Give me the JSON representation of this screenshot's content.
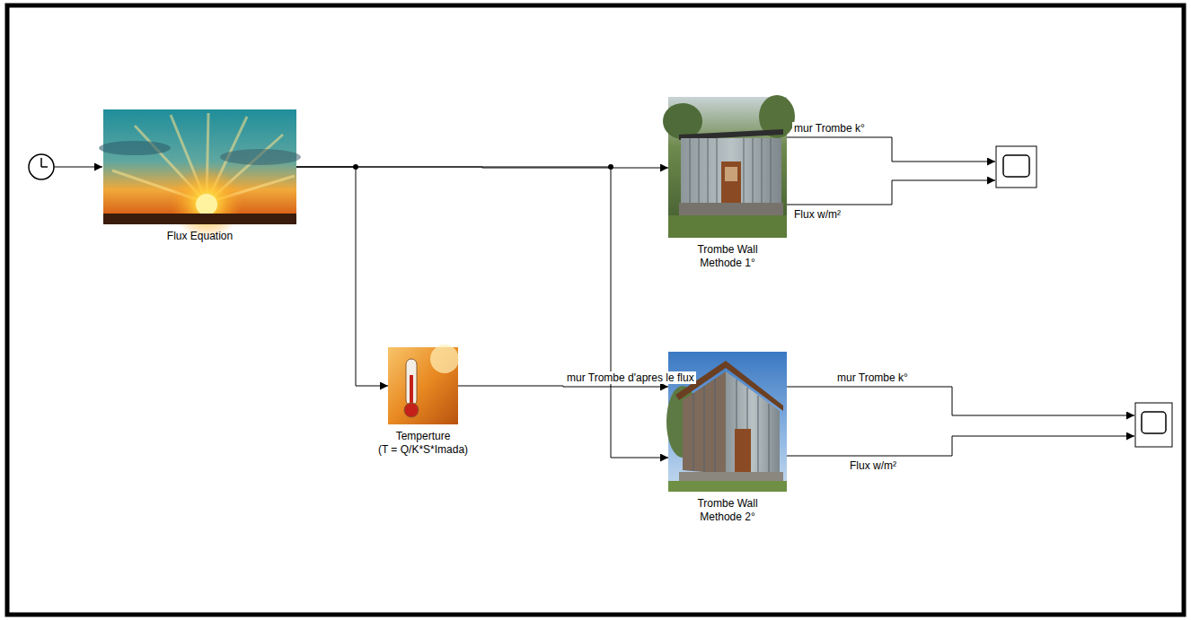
{
  "diagram": {
    "nodes": [
      {
        "text": [
          "Flux Equation"
        ]
      },
      {
        "text": [
          "Trombe Wall Methode 1°"
        ]
      },
      {
        "text": [
          "Temperture",
          "(T = Q/K*S*Imada)"
        ]
      },
      {
        "text": [
          "Trombe Wall Methode 2°"
        ]
      }
    ],
    "edges": [
      {
        "from": 0,
        "to": 1,
        "arrow": "to"
      },
      {
        "from": 0,
        "to": 2,
        "arrow": "to"
      },
      {
        "from": 0,
        "to": 3,
        "arrow": "to"
      },
      {
        "from": 2,
        "to": 3,
        "arrow": "to",
        "label": "mur Trombe d'apres le flux"
      }
    ],
    "labels": [
      "mur Trombe k°",
      "Flux w/m²",
      "mur Trombe k°",
      "Flux w/m²"
    ]
  }
}
